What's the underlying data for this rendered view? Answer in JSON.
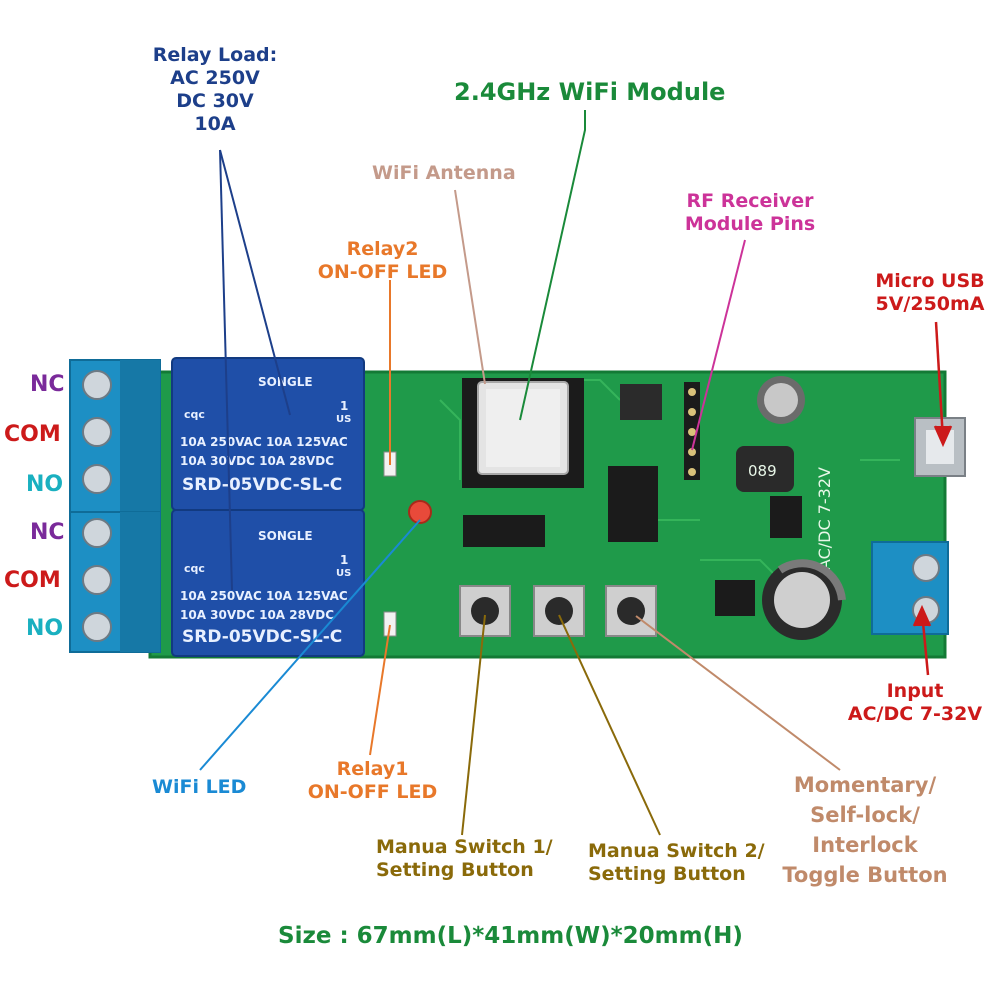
{
  "labels": {
    "relay_load": [
      "Relay Load:",
      "AC 250V",
      "DC 30V",
      "10A"
    ],
    "wifi_module": "2.4GHz WiFi Module",
    "wifi_antenna": "WiFi Antenna",
    "rf_receiver": [
      "RF Receiver",
      "Module Pins"
    ],
    "relay2_led": [
      "Relay2",
      "ON-OFF LED"
    ],
    "micro_usb": [
      "Micro USB",
      "5V/250mA"
    ],
    "input": [
      "Input",
      "AC/DC 7-32V"
    ],
    "wifi_led": "WiFi LED",
    "relay1_led": [
      "Relay1",
      "ON-OFF LED"
    ],
    "switch1": [
      "Manua Switch 1/",
      "Setting Button"
    ],
    "switch2": [
      "Manua Switch 2/",
      "Setting Button"
    ],
    "toggle": [
      "Momentary/",
      "Self-lock/",
      "Interlock",
      "Toggle Button"
    ],
    "size": "Size : 67mm(L)*41mm(W)*20mm(H)"
  },
  "terminals": {
    "top": [
      "NC",
      "COM",
      "NO"
    ],
    "bottom": [
      "NC",
      "COM",
      "NO"
    ]
  },
  "relay": {
    "brand": "SONGLE",
    "line1": "10A 250VAC  10A 125VAC",
    "line2": "10A  30VDC  10A  28VDC",
    "model": "SRD-05VDC-SL-C",
    "cert": "cqc",
    "pins": "1",
    "us": "US"
  },
  "pcb": {
    "silk": "VAC/DC 7-32V",
    "inductor": "089"
  },
  "colors": {
    "pcb": "#1f9a4a",
    "relay": "#1f4fa8",
    "terminal": "#1d8fc4",
    "relay_load": "#1d3f8a",
    "wifi_module": "#1a8a3a",
    "wifi_antenna": "#c49a8a",
    "rf_receiver": "#cc3399",
    "led_label": "#e8782a",
    "micro_usb": "#cc1a1a",
    "wifi_led": "#1a8ad4",
    "switch_label": "#8a6a0a",
    "toggle": "#c08a6a",
    "nc": "#7a2a9a",
    "com": "#cc1a1a",
    "no": "#1ab0c0",
    "size": "#1a8a3a"
  }
}
